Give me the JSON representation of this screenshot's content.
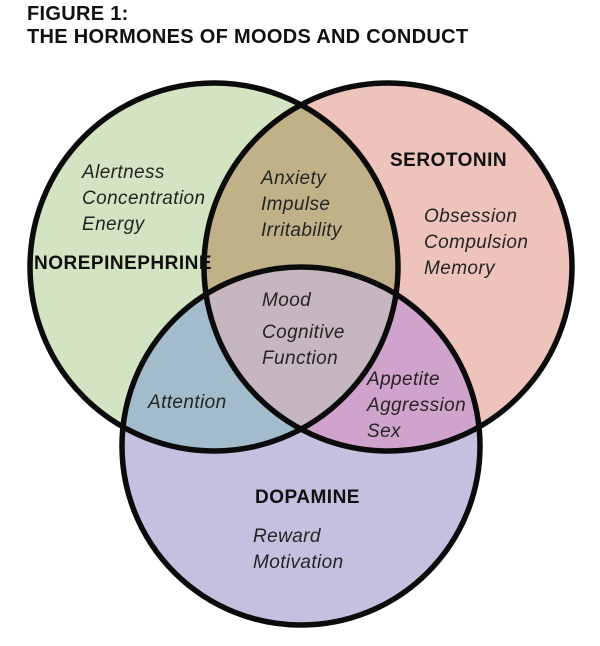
{
  "figure": {
    "label": "FIGURE 1:",
    "title": "THE HORMONES OF MOODS AND CONDUCT"
  },
  "venn": {
    "stroke_color": "#0b0b0b",
    "circles": {
      "norepinephrine": {
        "label": "NOREPINEPHRINE",
        "color": "#d3e4c2",
        "items": [
          "Alertness",
          "Concentration",
          "Energy"
        ]
      },
      "serotonin": {
        "label": "SEROTONIN",
        "color": "#eec3bc",
        "items": [
          "Obsession",
          "Compulsion",
          "Memory"
        ]
      },
      "dopamine": {
        "label": "DOPAMINE",
        "color": "#c6bfe0",
        "items": [
          "Reward",
          "Motivation"
        ]
      }
    },
    "overlaps": {
      "norepinephrine_serotonin": {
        "color": "#c0b189",
        "items": [
          "Anxiety",
          "Impulse",
          "Irritability"
        ]
      },
      "norepinephrine_dopamine": {
        "color": "#a3bccb",
        "items": [
          "Attention"
        ]
      },
      "serotonin_dopamine": {
        "color": "#cfa3cb",
        "items": [
          "Appetite",
          "Aggression",
          "Sex"
        ]
      },
      "center": {
        "color": "#c6b6bf",
        "items": [
          "Mood",
          "Cognitive Function"
        ]
      }
    }
  }
}
